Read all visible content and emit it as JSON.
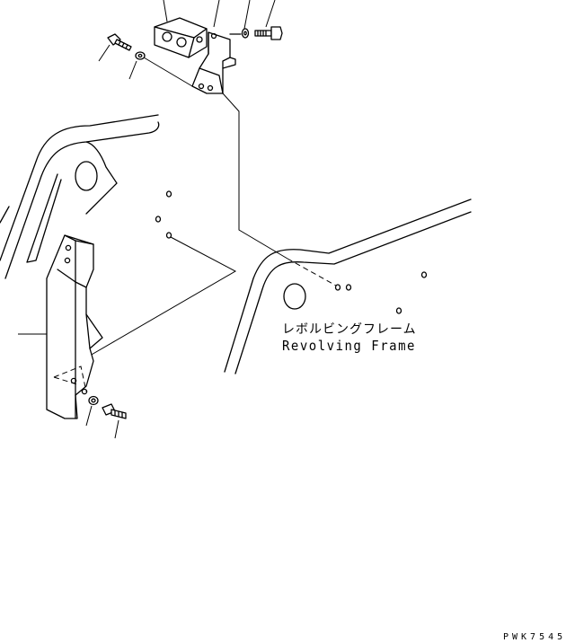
{
  "labels": {
    "frame_jp": "レボルビングフレーム",
    "frame_en": "Revolving Frame"
  },
  "drawing_code": "PWK7545"
}
